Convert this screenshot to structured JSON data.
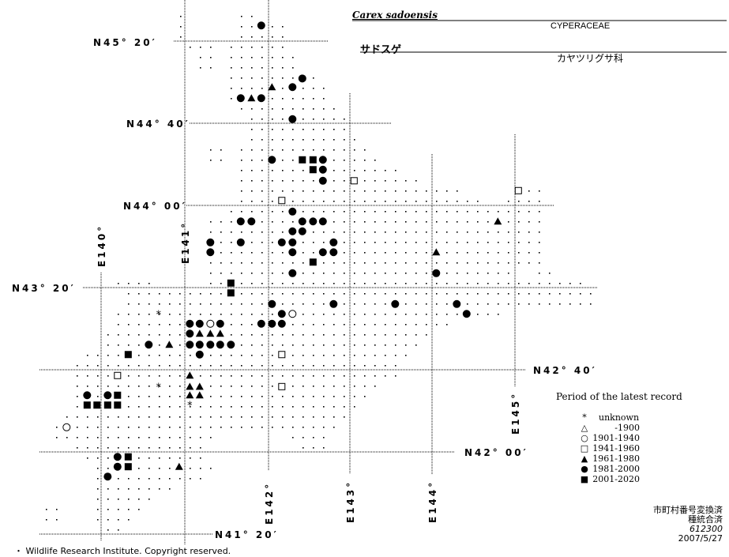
{
  "header": {
    "scientific_name": "Carex sadoensis",
    "family": "CYPERACEAE",
    "japanese_name": "サドスゲ",
    "japanese_family": "カヤツリグサ科"
  },
  "grid_labels": {
    "lat": [
      "N45° 20′",
      "N44° 40′",
      "N44° 00′",
      "N43° 20′",
      "N42° 40′",
      "N42° 00′",
      "N41° 20′"
    ],
    "lon": [
      "E140°",
      "E141°",
      "E142°",
      "E143°",
      "E144°",
      "E145°"
    ]
  },
  "legend": {
    "title": "Period of the latest record",
    "items": [
      {
        "symbol": "asterisk",
        "glyph": "*",
        "label": "unknown"
      },
      {
        "symbol": "open-triangle",
        "glyph": "△",
        "label": "-1900"
      },
      {
        "symbol": "open-circle",
        "glyph": "○",
        "label": "1901-1940"
      },
      {
        "symbol": "open-square",
        "glyph": "□",
        "label": "1941-1960"
      },
      {
        "symbol": "filled-triangle",
        "glyph": "▲",
        "label": "1961-1980"
      },
      {
        "symbol": "filled-circle",
        "glyph": "●",
        "label": "1981-2000"
      },
      {
        "symbol": "filled-square",
        "glyph": "■",
        "label": "2001-2020"
      }
    ]
  },
  "meta": {
    "note1": "市町村番号変換済",
    "note2": "種統合済",
    "code": "612300",
    "date": "2007/5/27"
  },
  "copyright": "・ Wildlife Research Institute. Copyright reserved.",
  "records": [
    {
      "lon": 141.95,
      "lat": 45.46,
      "s": "filled-circle"
    },
    {
      "lon": 142.45,
      "lat": 45.03,
      "s": "filled-circle"
    },
    {
      "lon": 142.33,
      "lat": 44.96,
      "s": "filled-circle"
    },
    {
      "lon": 142.08,
      "lat": 44.96,
      "s": "filled-triangle"
    },
    {
      "lon": 141.7,
      "lat": 44.87,
      "s": "filled-circle"
    },
    {
      "lon": 141.83,
      "lat": 44.87,
      "s": "filled-triangle"
    },
    {
      "lon": 141.95,
      "lat": 44.87,
      "s": "filled-circle"
    },
    {
      "lon": 142.33,
      "lat": 44.7,
      "s": "filled-circle"
    },
    {
      "lon": 142.08,
      "lat": 44.37,
      "s": "filled-circle"
    },
    {
      "lon": 142.45,
      "lat": 44.37,
      "s": "filled-square"
    },
    {
      "lon": 142.58,
      "lat": 44.37,
      "s": "filled-square"
    },
    {
      "lon": 142.7,
      "lat": 44.37,
      "s": "filled-circle"
    },
    {
      "lon": 142.58,
      "lat": 44.29,
      "s": "filled-square"
    },
    {
      "lon": 142.7,
      "lat": 44.29,
      "s": "filled-circle"
    },
    {
      "lon": 142.7,
      "lat": 44.2,
      "s": "filled-circle"
    },
    {
      "lon": 143.08,
      "lat": 44.2,
      "s": "open-square"
    },
    {
      "lon": 145.08,
      "lat": 44.12,
      "s": "open-square"
    },
    {
      "lon": 142.2,
      "lat": 44.04,
      "s": "open-square"
    },
    {
      "lon": 142.33,
      "lat": 43.95,
      "s": "filled-circle"
    },
    {
      "lon": 141.7,
      "lat": 43.87,
      "s": "filled-circle"
    },
    {
      "lon": 141.83,
      "lat": 43.87,
      "s": "filled-circle"
    },
    {
      "lon": 142.45,
      "lat": 43.87,
      "s": "filled-circle"
    },
    {
      "lon": 142.58,
      "lat": 43.87,
      "s": "filled-circle"
    },
    {
      "lon": 142.7,
      "lat": 43.87,
      "s": "filled-circle"
    },
    {
      "lon": 144.83,
      "lat": 43.87,
      "s": "filled-triangle"
    },
    {
      "lon": 142.33,
      "lat": 43.79,
      "s": "filled-circle"
    },
    {
      "lon": 142.45,
      "lat": 43.79,
      "s": "filled-circle"
    },
    {
      "lon": 141.33,
      "lat": 43.7,
      "s": "filled-circle"
    },
    {
      "lon": 141.7,
      "lat": 43.7,
      "s": "filled-circle"
    },
    {
      "lon": 142.2,
      "lat": 43.7,
      "s": "filled-circle"
    },
    {
      "lon": 142.33,
      "lat": 43.7,
      "s": "filled-circle"
    },
    {
      "lon": 142.83,
      "lat": 43.7,
      "s": "filled-circle"
    },
    {
      "lon": 141.33,
      "lat": 43.62,
      "s": "filled-circle"
    },
    {
      "lon": 142.33,
      "lat": 43.62,
      "s": "filled-circle"
    },
    {
      "lon": 142.7,
      "lat": 43.62,
      "s": "filled-circle"
    },
    {
      "lon": 142.83,
      "lat": 43.62,
      "s": "filled-circle"
    },
    {
      "lon": 144.08,
      "lat": 43.62,
      "s": "filled-triangle"
    },
    {
      "lon": 142.58,
      "lat": 43.54,
      "s": "filled-square"
    },
    {
      "lon": 142.33,
      "lat": 43.45,
      "s": "filled-circle"
    },
    {
      "lon": 144.08,
      "lat": 43.45,
      "s": "filled-circle"
    },
    {
      "lon": 141.58,
      "lat": 43.37,
      "s": "filled-square"
    },
    {
      "lon": 141.58,
      "lat": 43.29,
      "s": "filled-square"
    },
    {
      "lon": 142.08,
      "lat": 43.2,
      "s": "filled-circle"
    },
    {
      "lon": 142.83,
      "lat": 43.2,
      "s": "filled-circle"
    },
    {
      "lon": 143.58,
      "lat": 43.2,
      "s": "filled-circle"
    },
    {
      "lon": 144.33,
      "lat": 43.2,
      "s": "filled-circle"
    },
    {
      "lon": 144.45,
      "lat": 43.12,
      "s": "filled-circle"
    },
    {
      "lon": 142.2,
      "lat": 43.12,
      "s": "filled-circle"
    },
    {
      "lon": 142.33,
      "lat": 43.12,
      "s": "open-circle"
    },
    {
      "lon": 140.7,
      "lat": 43.12,
      "s": "asterisk"
    },
    {
      "lon": 141.08,
      "lat": 43.04,
      "s": "filled-circle"
    },
    {
      "lon": 141.2,
      "lat": 43.04,
      "s": "filled-circle"
    },
    {
      "lon": 141.33,
      "lat": 43.04,
      "s": "open-circle"
    },
    {
      "lon": 141.45,
      "lat": 43.04,
      "s": "filled-circle"
    },
    {
      "lon": 141.95,
      "lat": 43.04,
      "s": "filled-circle"
    },
    {
      "lon": 142.08,
      "lat": 43.04,
      "s": "filled-circle"
    },
    {
      "lon": 142.2,
      "lat": 43.04,
      "s": "filled-circle"
    },
    {
      "lon": 141.08,
      "lat": 42.96,
      "s": "filled-circle"
    },
    {
      "lon": 141.2,
      "lat": 42.96,
      "s": "filled-triangle"
    },
    {
      "lon": 141.33,
      "lat": 42.96,
      "s": "filled-triangle"
    },
    {
      "lon": 141.45,
      "lat": 42.96,
      "s": "filled-triangle"
    },
    {
      "lon": 140.58,
      "lat": 42.87,
      "s": "filled-circle"
    },
    {
      "lon": 140.83,
      "lat": 42.87,
      "s": "filled-triangle"
    },
    {
      "lon": 141.08,
      "lat": 42.87,
      "s": "filled-circle"
    },
    {
      "lon": 141.2,
      "lat": 42.87,
      "s": "filled-circle"
    },
    {
      "lon": 141.33,
      "lat": 42.87,
      "s": "filled-circle"
    },
    {
      "lon": 141.45,
      "lat": 42.87,
      "s": "filled-circle"
    },
    {
      "lon": 141.58,
      "lat": 42.87,
      "s": "filled-circle"
    },
    {
      "lon": 140.33,
      "lat": 42.79,
      "s": "filled-square"
    },
    {
      "lon": 141.2,
      "lat": 42.79,
      "s": "filled-circle"
    },
    {
      "lon": 142.2,
      "lat": 42.79,
      "s": "open-square"
    },
    {
      "lon": 140.2,
      "lat": 42.62,
      "s": "open-square"
    },
    {
      "lon": 141.08,
      "lat": 42.62,
      "s": "filled-triangle"
    },
    {
      "lon": 141.08,
      "lat": 42.53,
      "s": "filled-triangle"
    },
    {
      "lon": 141.2,
      "lat": 42.53,
      "s": "filled-triangle"
    },
    {
      "lon": 140.7,
      "lat": 42.53,
      "s": "asterisk"
    },
    {
      "lon": 142.2,
      "lat": 42.53,
      "s": "open-square"
    },
    {
      "lon": 139.83,
      "lat": 42.46,
      "s": "filled-circle"
    },
    {
      "lon": 140.08,
      "lat": 42.46,
      "s": "filled-circle"
    },
    {
      "lon": 140.2,
      "lat": 42.46,
      "s": "filled-square"
    },
    {
      "lon": 141.08,
      "lat": 42.46,
      "s": "filled-triangle"
    },
    {
      "lon": 141.2,
      "lat": 42.46,
      "s": "filled-triangle"
    },
    {
      "lon": 139.83,
      "lat": 42.38,
      "s": "filled-square"
    },
    {
      "lon": 139.95,
      "lat": 42.38,
      "s": "filled-square"
    },
    {
      "lon": 140.08,
      "lat": 42.38,
      "s": "filled-square"
    },
    {
      "lon": 140.2,
      "lat": 42.38,
      "s": "filled-square"
    },
    {
      "lon": 141.08,
      "lat": 42.38,
      "s": "asterisk"
    },
    {
      "lon": 139.58,
      "lat": 42.2,
      "s": "open-circle"
    },
    {
      "lon": 140.2,
      "lat": 41.96,
      "s": "filled-circle"
    },
    {
      "lon": 140.33,
      "lat": 41.96,
      "s": "filled-square"
    },
    {
      "lon": 140.2,
      "lat": 41.88,
      "s": "filled-circle"
    },
    {
      "lon": 140.33,
      "lat": 41.88,
      "s": "filled-square"
    },
    {
      "lon": 140.95,
      "lat": 41.88,
      "s": "filled-triangle"
    },
    {
      "lon": 140.08,
      "lat": 41.8,
      "s": "filled-circle"
    }
  ]
}
